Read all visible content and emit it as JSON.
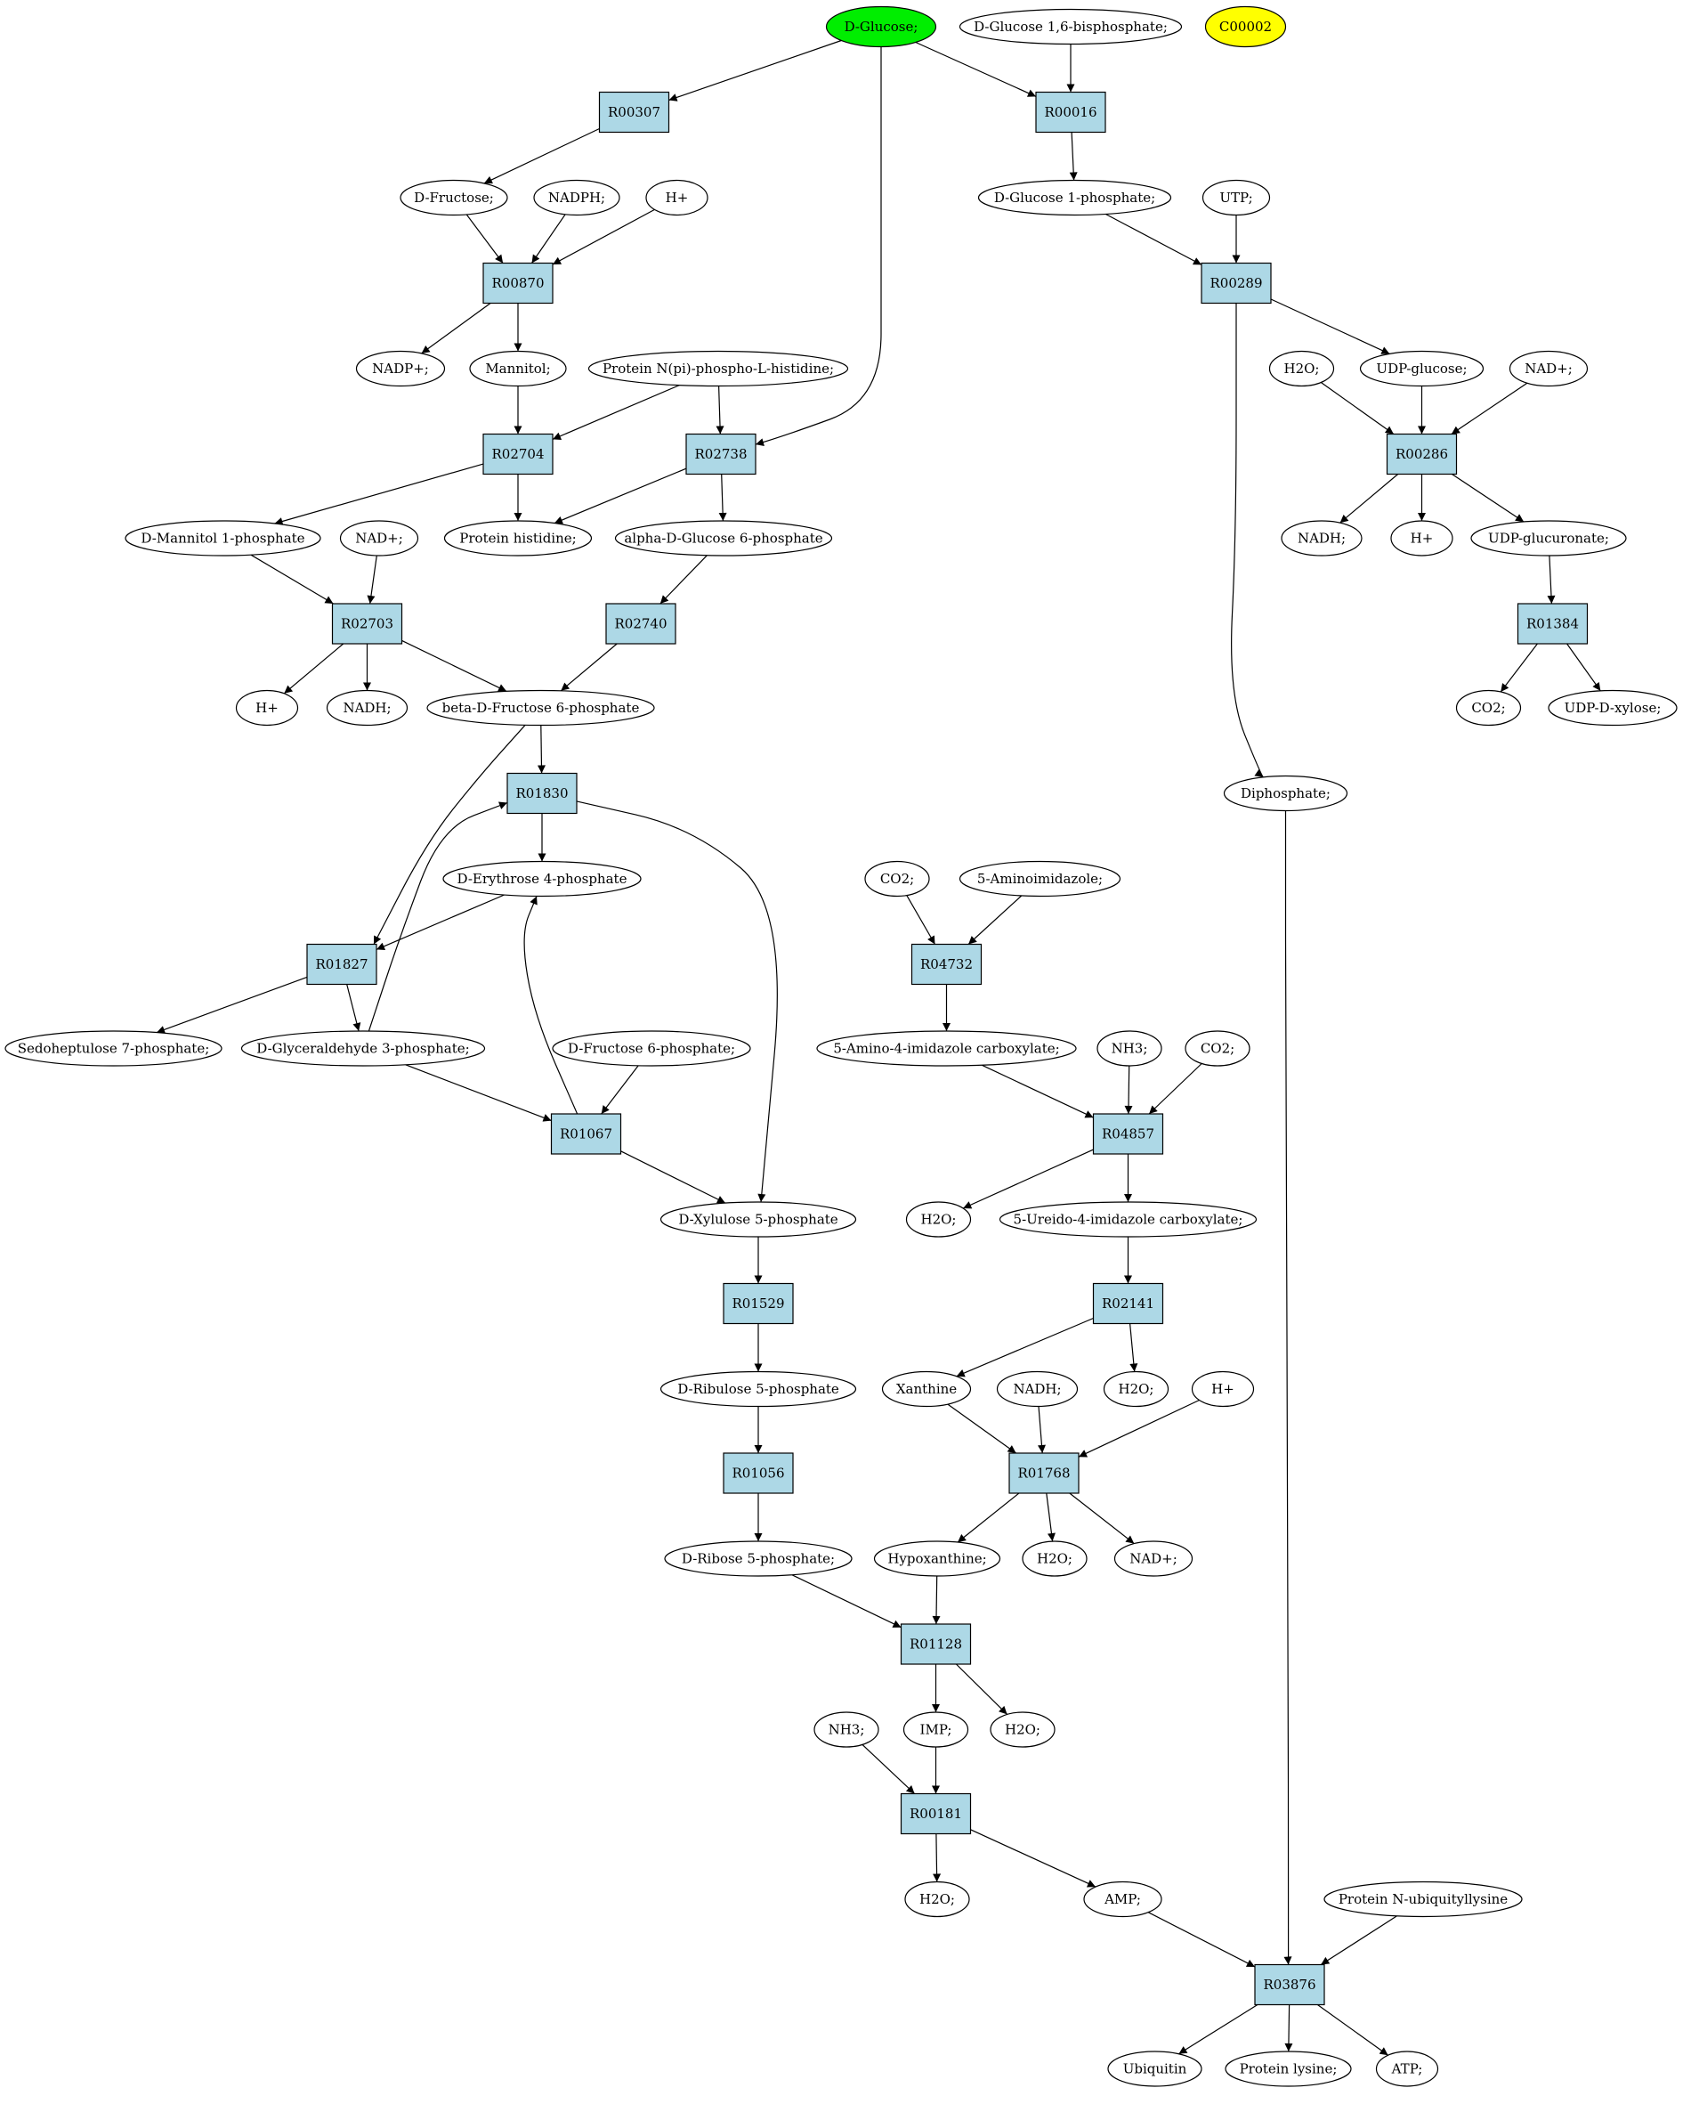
{
  "colors": {
    "metabolite": "#ffffff",
    "reaction": "#add8e6",
    "highlight": "#00ee00",
    "query": "#ffff00",
    "stroke": "#000000"
  },
  "metabolites": [
    {
      "id": "m_dglucose",
      "label": "D-Glucose;",
      "style": "highlight"
    },
    {
      "id": "m_dg16bp",
      "label": "D-Glucose 1,6-bisphosphate;"
    },
    {
      "id": "m_c00002",
      "label": "C00002",
      "style": "query"
    },
    {
      "id": "m_dfructose",
      "label": "D-Fructose;"
    },
    {
      "id": "m_nadph",
      "label": "NADPH;"
    },
    {
      "id": "m_h_1",
      "label": "H+"
    },
    {
      "id": "m_dg1p",
      "label": "D-Glucose 1-phosphate;"
    },
    {
      "id": "m_utp",
      "label": "UTP;"
    },
    {
      "id": "m_nadp",
      "label": "NADP+;"
    },
    {
      "id": "m_mannitol",
      "label": "Mannitol;"
    },
    {
      "id": "m_proteinnpi",
      "label": "Protein N(pi)-phospho-L-histidine;"
    },
    {
      "id": "m_h2o_1",
      "label": "H2O;"
    },
    {
      "id": "m_udpglucose",
      "label": "UDP-glucose;"
    },
    {
      "id": "m_nad_1",
      "label": "NAD+;"
    },
    {
      "id": "m_dm1p",
      "label": "D-Mannitol 1-phosphate"
    },
    {
      "id": "m_nad_2",
      "label": "NAD+;"
    },
    {
      "id": "m_proteinhis",
      "label": "Protein histidine;"
    },
    {
      "id": "m_adg6p",
      "label": "alpha-D-Glucose 6-phosphate"
    },
    {
      "id": "m_nadh_1",
      "label": "NADH;"
    },
    {
      "id": "m_h_2",
      "label": "H+"
    },
    {
      "id": "m_udpglucuronate",
      "label": "UDP-glucuronate;"
    },
    {
      "id": "m_h_3",
      "label": "H+"
    },
    {
      "id": "m_nadh_2",
      "label": "NADH;"
    },
    {
      "id": "m_bdf6p",
      "label": "beta-D-Fructose 6-phosphate"
    },
    {
      "id": "m_co2_1",
      "label": "CO2;"
    },
    {
      "id": "m_udpxylose",
      "label": "UDP-D-xylose;"
    },
    {
      "id": "m_diphosphate",
      "label": "Diphosphate;"
    },
    {
      "id": "m_de4p",
      "label": "D-Erythrose 4-phosphate"
    },
    {
      "id": "m_co2_2",
      "label": "CO2;"
    },
    {
      "id": "m_aminoimidazole",
      "label": "5-Aminoimidazole;"
    },
    {
      "id": "m_s7p",
      "label": "Sedoheptulose 7-phosphate;"
    },
    {
      "id": "m_dg3p",
      "label": "D-Glyceraldehyde 3-phosphate;"
    },
    {
      "id": "m_df6p",
      "label": "D-Fructose 6-phosphate;"
    },
    {
      "id": "m_aicx",
      "label": "5-Amino-4-imidazole carboxylate;"
    },
    {
      "id": "m_nh3_1",
      "label": "NH3;"
    },
    {
      "id": "m_co2_3",
      "label": "CO2;"
    },
    {
      "id": "m_dx5p",
      "label": "D-Xylulose 5-phosphate"
    },
    {
      "id": "m_h2o_2",
      "label": "H2O;"
    },
    {
      "id": "m_uicx",
      "label": "5-Ureido-4-imidazole carboxylate;"
    },
    {
      "id": "m_dru5p",
      "label": "D-Ribulose 5-phosphate"
    },
    {
      "id": "m_xanthine",
      "label": "Xanthine"
    },
    {
      "id": "m_nadh_3",
      "label": "NADH;"
    },
    {
      "id": "m_h2o_3",
      "label": "H2O;"
    },
    {
      "id": "m_h_4",
      "label": "H+"
    },
    {
      "id": "m_dr5p",
      "label": "D-Ribose 5-phosphate;"
    },
    {
      "id": "m_hypoxanthine",
      "label": "Hypoxanthine;"
    },
    {
      "id": "m_h2o_4",
      "label": "H2O;"
    },
    {
      "id": "m_nad_3",
      "label": "NAD+;"
    },
    {
      "id": "m_nh3_2",
      "label": "NH3;"
    },
    {
      "id": "m_imp",
      "label": "IMP;"
    },
    {
      "id": "m_h2o_5",
      "label": "H2O;"
    },
    {
      "id": "m_h2o_6",
      "label": "H2O;"
    },
    {
      "id": "m_amp",
      "label": "AMP;"
    },
    {
      "id": "m_proteinubq",
      "label": "Protein N-ubiquityllysine"
    },
    {
      "id": "m_ubiquitin",
      "label": "Ubiquitin"
    },
    {
      "id": "m_proteinlys",
      "label": "Protein lysine;"
    },
    {
      "id": "m_atp",
      "label": "ATP;"
    }
  ],
  "reactions": [
    {
      "id": "r_R00307",
      "label": "R00307"
    },
    {
      "id": "r_R00016",
      "label": "R00016"
    },
    {
      "id": "r_R00870",
      "label": "R00870"
    },
    {
      "id": "r_R00289",
      "label": "R00289"
    },
    {
      "id": "r_R02704",
      "label": "R02704"
    },
    {
      "id": "r_R02738",
      "label": "R02738"
    },
    {
      "id": "r_R00286",
      "label": "R00286"
    },
    {
      "id": "r_R02703",
      "label": "R02703"
    },
    {
      "id": "r_R02740",
      "label": "R02740"
    },
    {
      "id": "r_R01384",
      "label": "R01384"
    },
    {
      "id": "r_R01830",
      "label": "R01830"
    },
    {
      "id": "r_R04732",
      "label": "R04732"
    },
    {
      "id": "r_R01827",
      "label": "R01827"
    },
    {
      "id": "r_R01067",
      "label": "R01067"
    },
    {
      "id": "r_R04857",
      "label": "R04857"
    },
    {
      "id": "r_R01529",
      "label": "R01529"
    },
    {
      "id": "r_R02141",
      "label": "R02141"
    },
    {
      "id": "r_R01056",
      "label": "R01056"
    },
    {
      "id": "r_R01768",
      "label": "R01768"
    },
    {
      "id": "r_R01128",
      "label": "R01128"
    },
    {
      "id": "r_R00181",
      "label": "R00181"
    },
    {
      "id": "r_R03876",
      "label": "R03876"
    }
  ],
  "edges": [
    {
      "from": "m_dglucose",
      "to": "r_R00307"
    },
    {
      "from": "m_dglucose",
      "to": "r_R00016"
    },
    {
      "from": "m_dglucose",
      "to": "r_R02738"
    },
    {
      "from": "m_dg16bp",
      "to": "r_R00016"
    },
    {
      "from": "r_R00307",
      "to": "m_dfructose"
    },
    {
      "from": "r_R00016",
      "to": "m_dg1p"
    },
    {
      "from": "m_dfructose",
      "to": "r_R00870"
    },
    {
      "from": "m_nadph",
      "to": "r_R00870"
    },
    {
      "from": "m_h_1",
      "to": "r_R00870"
    },
    {
      "from": "m_dg1p",
      "to": "r_R00289"
    },
    {
      "from": "m_utp",
      "to": "r_R00289"
    },
    {
      "from": "r_R00870",
      "to": "m_nadp"
    },
    {
      "from": "r_R00870",
      "to": "m_mannitol"
    },
    {
      "from": "r_R00289",
      "to": "m_udpglucose"
    },
    {
      "from": "r_R00289",
      "to": "m_diphosphate"
    },
    {
      "from": "m_mannitol",
      "to": "r_R02704"
    },
    {
      "from": "m_proteinnpi",
      "to": "r_R02704"
    },
    {
      "from": "m_proteinnpi",
      "to": "r_R02738"
    },
    {
      "from": "m_h2o_1",
      "to": "r_R00286"
    },
    {
      "from": "m_udpglucose",
      "to": "r_R00286"
    },
    {
      "from": "m_nad_1",
      "to": "r_R00286"
    },
    {
      "from": "r_R02704",
      "to": "m_dm1p"
    },
    {
      "from": "r_R02704",
      "to": "m_proteinhis"
    },
    {
      "from": "r_R02738",
      "to": "m_proteinhis"
    },
    {
      "from": "r_R02738",
      "to": "m_adg6p"
    },
    {
      "from": "r_R00286",
      "to": "m_nadh_1"
    },
    {
      "from": "r_R00286",
      "to": "m_h_2"
    },
    {
      "from": "r_R00286",
      "to": "m_udpglucuronate"
    },
    {
      "from": "m_dm1p",
      "to": "r_R02703"
    },
    {
      "from": "m_nad_2",
      "to": "r_R02703"
    },
    {
      "from": "m_adg6p",
      "to": "r_R02740"
    },
    {
      "from": "m_udpglucuronate",
      "to": "r_R01384"
    },
    {
      "from": "r_R02703",
      "to": "m_h_3"
    },
    {
      "from": "r_R02703",
      "to": "m_nadh_2"
    },
    {
      "from": "r_R02703",
      "to": "m_bdf6p"
    },
    {
      "from": "r_R02740",
      "to": "m_bdf6p"
    },
    {
      "from": "r_R01384",
      "to": "m_co2_1"
    },
    {
      "from": "r_R01384",
      "to": "m_udpxylose"
    },
    {
      "from": "m_bdf6p",
      "to": "r_R01830"
    },
    {
      "from": "m_bdf6p",
      "to": "r_R01827"
    },
    {
      "from": "r_R01830",
      "to": "m_de4p"
    },
    {
      "from": "r_R01830",
      "to": "m_dx5p"
    },
    {
      "from": "m_de4p",
      "to": "r_R01827"
    },
    {
      "from": "r_R01827",
      "to": "m_s7p"
    },
    {
      "from": "r_R01827",
      "to": "m_dg3p"
    },
    {
      "from": "m_dg3p",
      "to": "r_R01830"
    },
    {
      "from": "m_dg3p",
      "to": "r_R01067"
    },
    {
      "from": "m_df6p",
      "to": "r_R01067"
    },
    {
      "from": "r_R01067",
      "to": "m_de4p"
    },
    {
      "from": "r_R01067",
      "to": "m_dx5p"
    },
    {
      "from": "m_co2_2",
      "to": "r_R04732"
    },
    {
      "from": "m_aminoimidazole",
      "to": "r_R04732"
    },
    {
      "from": "r_R04732",
      "to": "m_aicx"
    },
    {
      "from": "m_aicx",
      "to": "r_R04857"
    },
    {
      "from": "m_nh3_1",
      "to": "r_R04857"
    },
    {
      "from": "m_co2_3",
      "to": "r_R04857"
    },
    {
      "from": "r_R04857",
      "to": "m_h2o_2"
    },
    {
      "from": "r_R04857",
      "to": "m_uicx"
    },
    {
      "from": "m_dx5p",
      "to": "r_R01529"
    },
    {
      "from": "m_uicx",
      "to": "r_R02141"
    },
    {
      "from": "r_R01529",
      "to": "m_dru5p"
    },
    {
      "from": "r_R02141",
      "to": "m_xanthine"
    },
    {
      "from": "r_R02141",
      "to": "m_h2o_3"
    },
    {
      "from": "m_dru5p",
      "to": "r_R01056"
    },
    {
      "from": "m_xanthine",
      "to": "r_R01768"
    },
    {
      "from": "m_nadh_3",
      "to": "r_R01768"
    },
    {
      "from": "m_h_4",
      "to": "r_R01768"
    },
    {
      "from": "r_R01056",
      "to": "m_dr5p"
    },
    {
      "from": "r_R01768",
      "to": "m_hypoxanthine"
    },
    {
      "from": "r_R01768",
      "to": "m_h2o_4"
    },
    {
      "from": "r_R01768",
      "to": "m_nad_3"
    },
    {
      "from": "m_dr5p",
      "to": "r_R01128"
    },
    {
      "from": "m_hypoxanthine",
      "to": "r_R01128"
    },
    {
      "from": "r_R01128",
      "to": "m_imp"
    },
    {
      "from": "r_R01128",
      "to": "m_h2o_5"
    },
    {
      "from": "m_nh3_2",
      "to": "r_R00181"
    },
    {
      "from": "m_imp",
      "to": "r_R00181"
    },
    {
      "from": "r_R00181",
      "to": "m_h2o_6"
    },
    {
      "from": "r_R00181",
      "to": "m_amp"
    },
    {
      "from": "m_amp",
      "to": "r_R03876"
    },
    {
      "from": "m_diphosphate",
      "to": "r_R03876"
    },
    {
      "from": "m_proteinubq",
      "to": "r_R03876"
    },
    {
      "from": "r_R03876",
      "to": "m_ubiquitin"
    },
    {
      "from": "r_R03876",
      "to": "m_proteinlys"
    },
    {
      "from": "r_R03876",
      "to": "m_atp"
    }
  ]
}
